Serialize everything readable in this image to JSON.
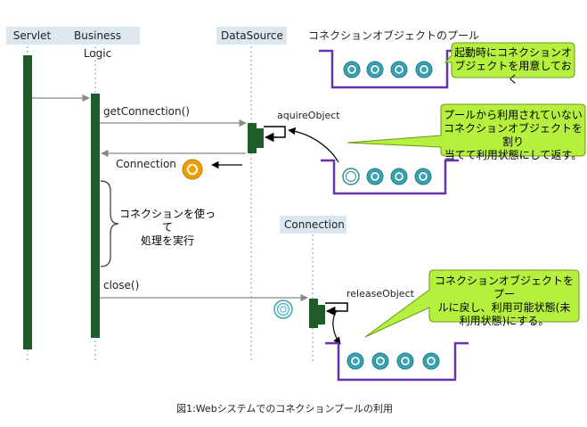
{
  "lifelines": {
    "servlet": "Servlet",
    "business_logic": "Business Logic",
    "datasource": "DataSource",
    "connection": "Connection"
  },
  "pool_title": "コネクションオブジェクトのプール",
  "messages": {
    "get_connection": "getConnection()",
    "aquire_object": "aquireObject",
    "connection_return": "Connection",
    "process": [
      "コネクションを使って",
      "処理を実行"
    ],
    "close": "close()",
    "release_object": "releaseObject"
  },
  "callouts": {
    "startup": [
      "起動時にコネクションオ",
      "ブジェクトを用意しておく"
    ],
    "acquire": [
      "プールから利用されていない",
      "コネクションオブジェクトを割り",
      "当てて利用状態にして返す。"
    ],
    "release": [
      "コネクションオブジェクトをプー",
      "ルに戻し、利用可能状態(未",
      "利用状態)にする。"
    ]
  },
  "caption": "図1:Webシステムでのコネクションプールの利用",
  "colors": {
    "activation": "#1e5c2a",
    "callout_fill": "#b6f03e",
    "header_fill": "#dce8ef",
    "pool_border": "#6633aa",
    "pool_circle": "#3aa6b4",
    "used_connection": "#f0a200"
  }
}
